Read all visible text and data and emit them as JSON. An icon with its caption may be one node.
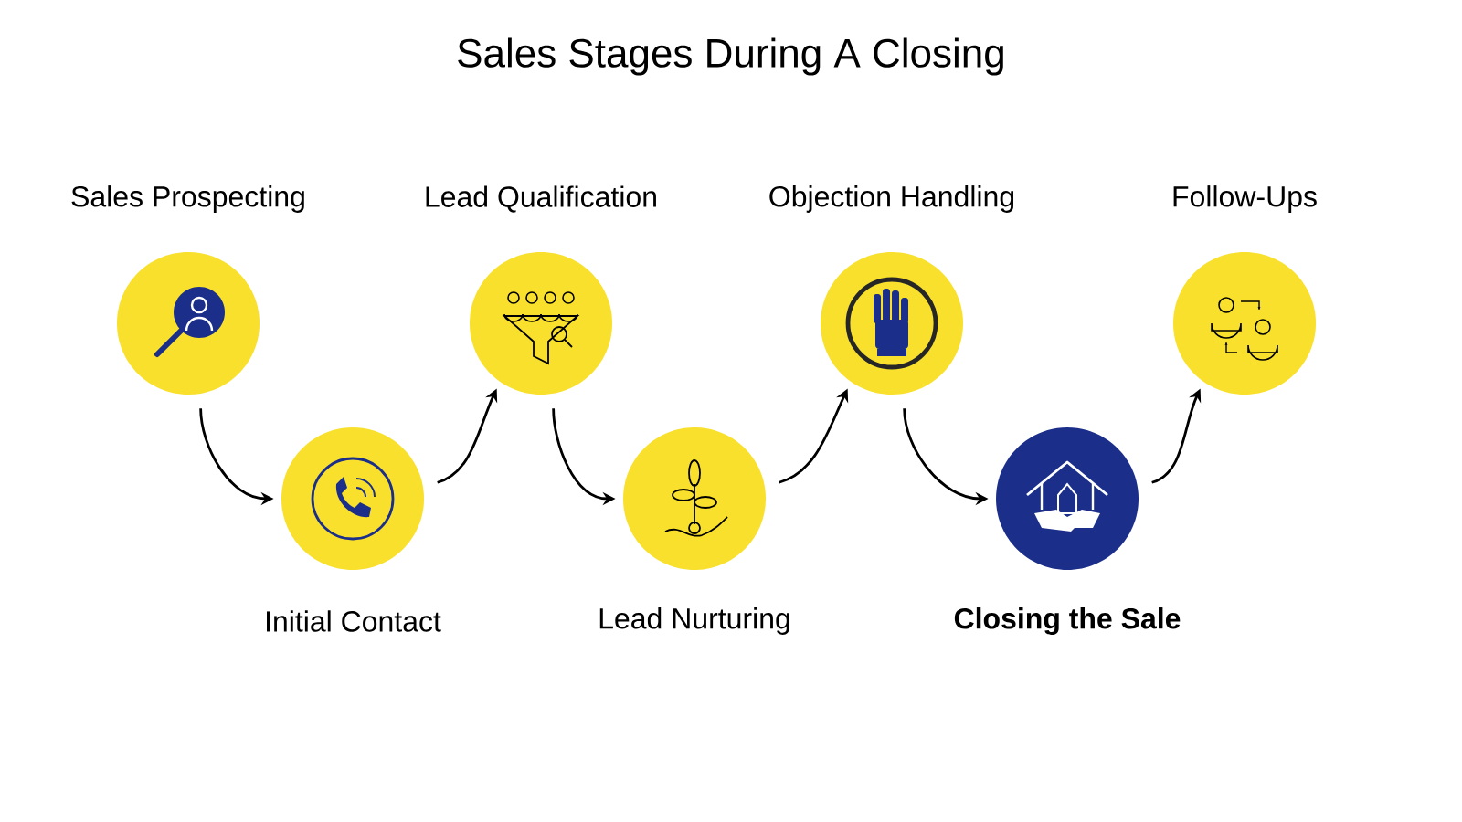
{
  "diagram": {
    "title": "Sales Stages During A Closing",
    "nodes": [
      {
        "text": [
          "Sales Prospecting"
        ]
      },
      {
        "text": [
          "Initial Contact"
        ]
      },
      {
        "text": [
          "Lead Qualification"
        ]
      },
      {
        "text": [
          "Lead Nurturing"
        ]
      },
      {
        "text": [
          "Objection Handling"
        ]
      },
      {
        "text": [
          "Closing the Sale"
        ]
      },
      {
        "text": [
          "Follow-Ups"
        ]
      }
    ],
    "edges": [
      {
        "from": 0,
        "to": 1,
        "arrow": "to"
      },
      {
        "from": 1,
        "to": 2,
        "arrow": "to"
      },
      {
        "from": 2,
        "to": 3,
        "arrow": "to"
      },
      {
        "from": 3,
        "to": 4,
        "arrow": "to"
      },
      {
        "from": 4,
        "to": 5,
        "arrow": "to"
      },
      {
        "from": 5,
        "to": 6,
        "arrow": "to"
      }
    ]
  }
}
